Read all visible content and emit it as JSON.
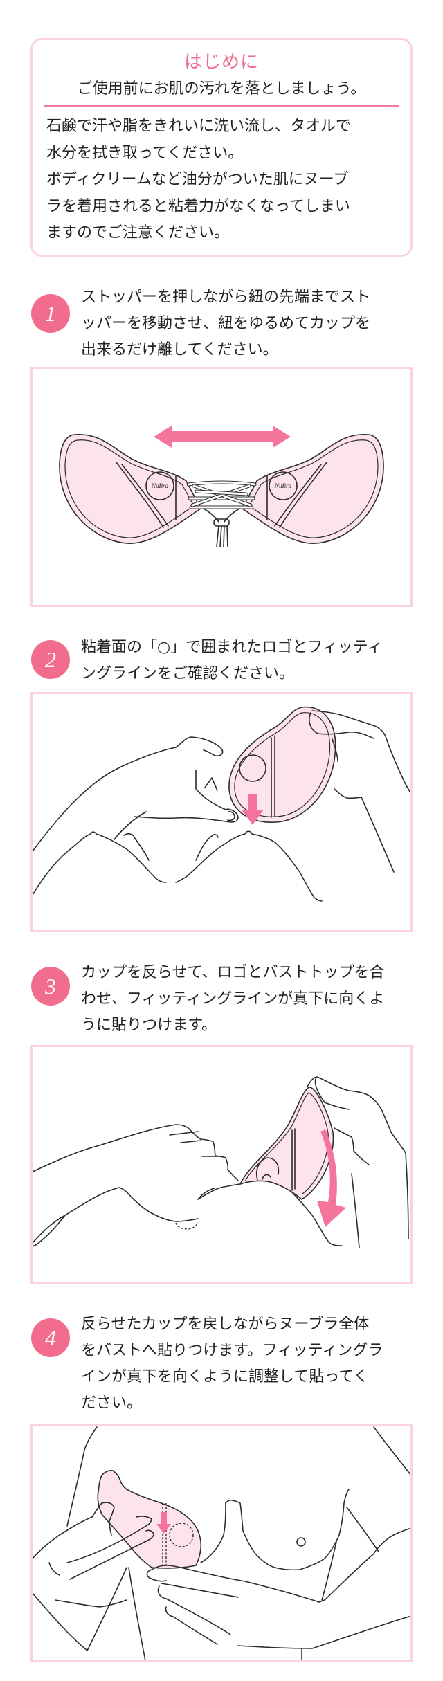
{
  "intro": {
    "title": "はじめに",
    "subtitle": "ご使用前にお肌の汚れを落としましょう。",
    "body_lines": [
      "石鹸で汗や脂をきれいに洗い流し、タオルで",
      "水分を拭き取ってください。",
      "ボディクリームなど油分がついた肌にヌーブ",
      "ラを着用されると粘着力がなくなってしまい",
      "ますのでご注意ください。"
    ]
  },
  "steps": [
    {
      "number": "1",
      "lines": [
        "ストッパーを押しながら紐の先端までスト",
        "ッパーを移動させ、紐をゆるめてカップを",
        "出来るだけ離してください。"
      ]
    },
    {
      "number": "2",
      "lines": [
        "粘着面の「○」で囲まれたロゴとフィッティ",
        "ングラインをご確認ください。"
      ]
    },
    {
      "number": "3",
      "lines": [
        "カップを反らせて、ロゴとバストトップを合",
        "わせ、フィッティングラインが真下に向くよ",
        "うに貼りつけます。"
      ]
    },
    {
      "number": "4",
      "lines": [
        "反らせたカップを戻しながらヌーブラ全体",
        "をバストへ貼りつけます。フィッティングラ",
        "インが真下を向くように調整して貼ってく",
        "ださい。"
      ]
    }
  ],
  "illustrations": {
    "logo_text": "NuBra"
  },
  "colors": {
    "title_pink": "#ee6f90",
    "badge_pink": "#f26d8d",
    "border_pink": "#fcd3dd",
    "divider_pink": "#ee7b98",
    "arrow_pink": "#f5749c",
    "cup_fill": "#fde3ed",
    "text": "#222222"
  }
}
